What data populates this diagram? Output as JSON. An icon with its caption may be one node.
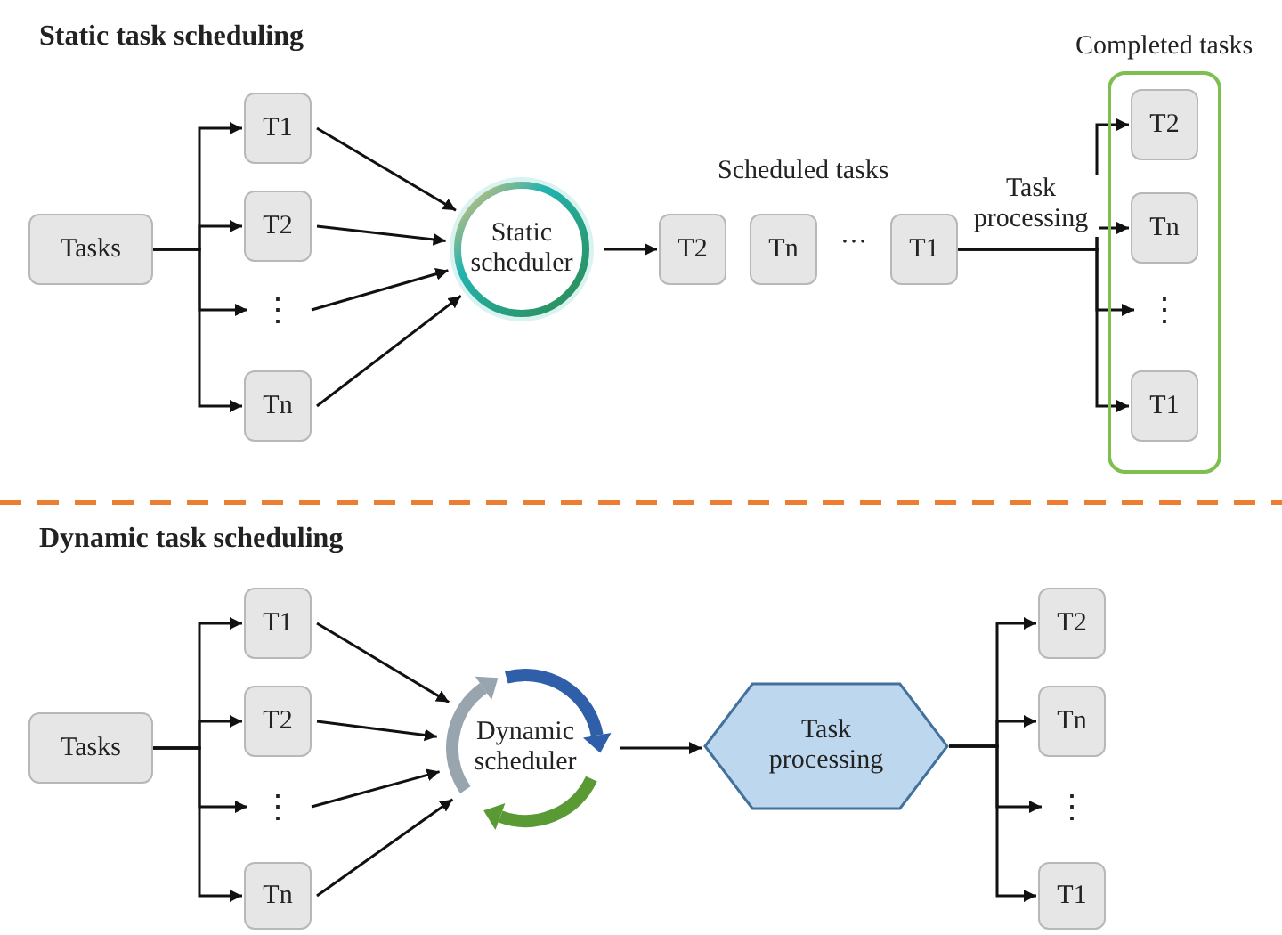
{
  "diagram": {
    "nodes": [
      {
        "text": [
          "Tasks"
        ]
      },
      {
        "text": [
          "T1"
        ]
      },
      {
        "text": [
          "T2"
        ]
      },
      {
        "text": [
          "⋮"
        ]
      },
      {
        "text": [
          "Tn"
        ]
      },
      {
        "text": [
          "Static scheduler"
        ]
      },
      {
        "text": [
          "T2"
        ]
      },
      {
        "text": [
          "Tn"
        ]
      },
      {
        "text": [
          "T1"
        ]
      },
      {
        "text": [
          "Completed tasks"
        ]
      },
      {
        "text": [
          "T2"
        ],
        "in": 9
      },
      {
        "text": [
          "Tn"
        ],
        "in": 9
      },
      {
        "text": [
          "⋮"
        ],
        "in": 9
      },
      {
        "text": [
          "T1"
        ],
        "in": 9
      },
      {
        "text": [
          "Tasks"
        ]
      },
      {
        "text": [
          "T1"
        ]
      },
      {
        "text": [
          "T2"
        ]
      },
      {
        "text": [
          "⋮"
        ]
      },
      {
        "text": [
          "Tn"
        ]
      },
      {
        "text": [
          "Dynamic scheduler"
        ]
      },
      {
        "text": [
          "Task processing"
        ]
      },
      {
        "text": [
          "T2"
        ]
      },
      {
        "text": [
          "Tn"
        ]
      },
      {
        "text": [
          "⋮"
        ]
      },
      {
        "text": [
          "T1"
        ]
      }
    ],
    "edges": [
      {
        "from": 0,
        "to": 1,
        "arrow": "to"
      },
      {
        "from": 0,
        "to": 2,
        "arrow": "to"
      },
      {
        "from": 0,
        "to": 3,
        "arrow": "to"
      },
      {
        "from": 0,
        "to": 4,
        "arrow": "to"
      },
      {
        "from": 1,
        "to": 5,
        "arrow": "to"
      },
      {
        "from": 2,
        "to": 5,
        "arrow": "to"
      },
      {
        "from": 3,
        "to": 5,
        "arrow": "to"
      },
      {
        "from": 4,
        "to": 5,
        "arrow": "to"
      },
      {
        "from": 5,
        "to": 6,
        "arrow": "to"
      },
      {
        "from": 8,
        "to": 10,
        "arrow": "to",
        "label": "Task processing"
      },
      {
        "from": 8,
        "to": 11,
        "arrow": "to"
      },
      {
        "from": 8,
        "to": 12,
        "arrow": "to"
      },
      {
        "from": 8,
        "to": 13,
        "arrow": "to"
      },
      {
        "from": 14,
        "to": 15,
        "arrow": "to"
      },
      {
        "from": 14,
        "to": 16,
        "arrow": "to"
      },
      {
        "from": 14,
        "to": 17,
        "arrow": "to"
      },
      {
        "from": 14,
        "to": 18,
        "arrow": "to"
      },
      {
        "from": 15,
        "to": 19,
        "arrow": "to"
      },
      {
        "from": 16,
        "to": 19,
        "arrow": "to"
      },
      {
        "from": 17,
        "to": 19,
        "arrow": "to"
      },
      {
        "from": 18,
        "to": 19,
        "arrow": "to"
      },
      {
        "from": 19,
        "to": 20,
        "arrow": "to"
      },
      {
        "from": 20,
        "to": 21,
        "arrow": "to"
      },
      {
        "from": 20,
        "to": 22,
        "arrow": "to"
      },
      {
        "from": 20,
        "to": 23,
        "arrow": "to"
      },
      {
        "from": 20,
        "to": 24,
        "arrow": "to"
      }
    ],
    "labels": [
      "Static task scheduling",
      "Scheduled tasks",
      "…",
      "Dynamic task scheduling"
    ]
  }
}
